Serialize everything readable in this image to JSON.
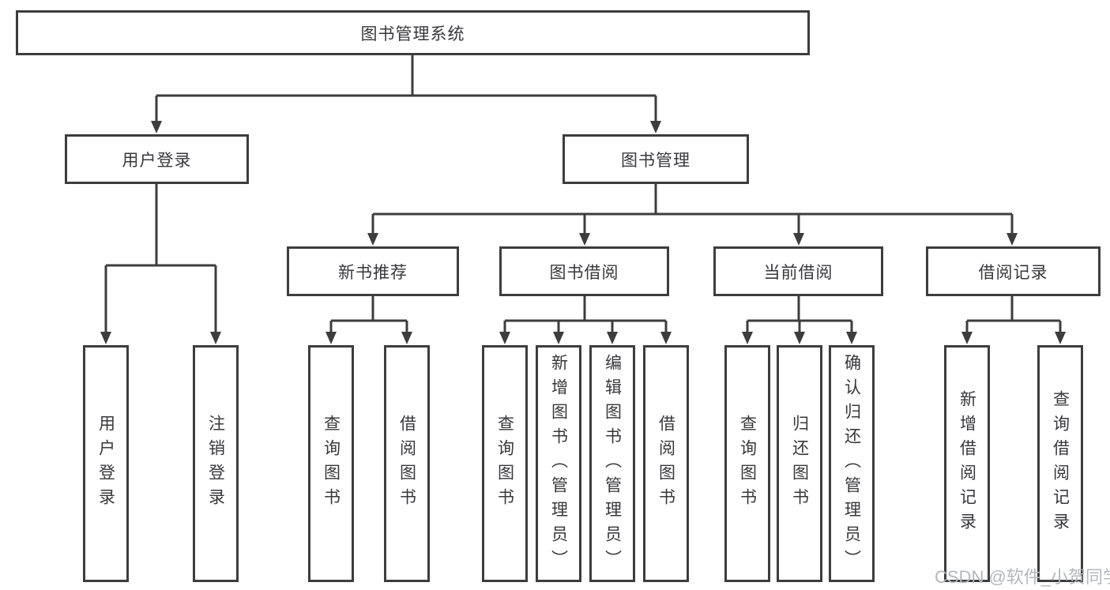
{
  "colors": {
    "line": "#3d3d3d",
    "text": "#38383c",
    "watermark": "#b4b8bc",
    "background": "#ffffff"
  },
  "watermark": {
    "text": "CSDN @软件_小贺同学"
  },
  "tree": {
    "root": {
      "label": "图书管理系统",
      "children": [
        {
          "label": "用户登录",
          "children": [
            {
              "label": "用户登录"
            },
            {
              "label": "注销登录"
            }
          ]
        },
        {
          "label": "图书管理",
          "children": [
            {
              "label": "新书推荐",
              "children": [
                {
                  "label": "查询图书"
                },
                {
                  "label": "借阅图书"
                }
              ]
            },
            {
              "label": "图书借阅",
              "children": [
                {
                  "label": "查询图书"
                },
                {
                  "label": "新增图书（管理员）"
                },
                {
                  "label": "编辑图书（管理员）"
                },
                {
                  "label": "借阅图书"
                }
              ]
            },
            {
              "label": "当前借阅",
              "children": [
                {
                  "label": "查询图书"
                },
                {
                  "label": "归还图书"
                },
                {
                  "label": "确认归还（管理员）"
                }
              ]
            },
            {
              "label": "借阅记录",
              "children": [
                {
                  "label": "新增借阅记录"
                },
                {
                  "label": "查询借阅记录"
                }
              ]
            }
          ]
        }
      ]
    }
  }
}
